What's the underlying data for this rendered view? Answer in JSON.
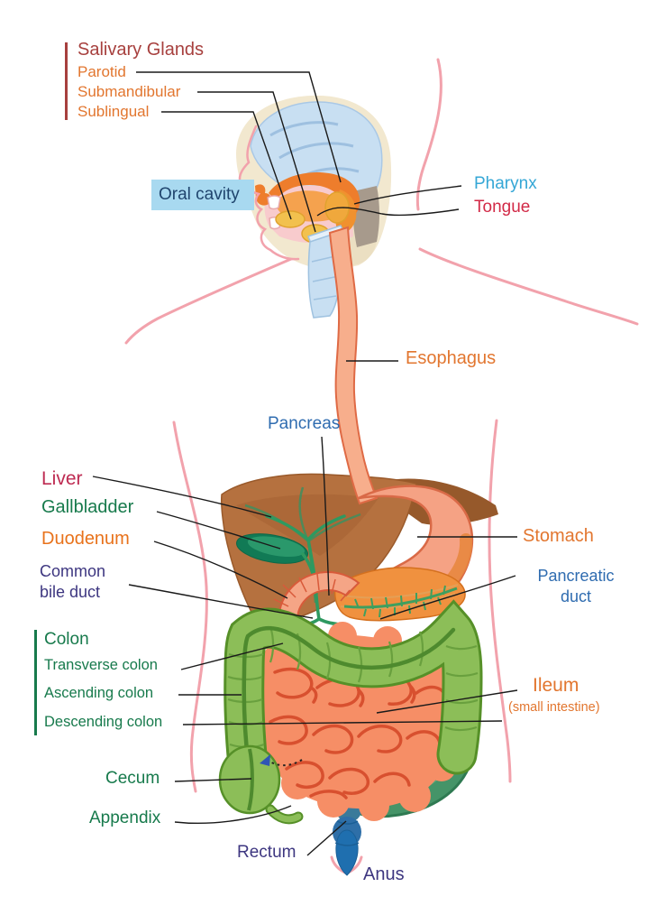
{
  "labels": {
    "salivary_glands": {
      "text": "Salivary Glands",
      "color": "#A7403E"
    },
    "parotid": {
      "text": "Parotid",
      "color": "#E2762F"
    },
    "submandibular": {
      "text": "Submandibular",
      "color": "#E2762F"
    },
    "sublingual": {
      "text": "Sublingual",
      "color": "#E2762F"
    },
    "oral_cavity": {
      "text": "Oral cavity",
      "color": "#20456E",
      "background": "#A8D9F0"
    },
    "pharynx": {
      "text": "Pharynx",
      "color": "#35A7D6"
    },
    "tongue": {
      "text": "Tongue",
      "color": "#D22A47"
    },
    "esophagus": {
      "text": "Esophagus",
      "color": "#E2762F"
    },
    "pancreas": {
      "text": "Pancreas",
      "color": "#2F6CB0"
    },
    "liver": {
      "text": "Liver",
      "color": "#BE2B52"
    },
    "gallbladder": {
      "text": "Gallbladder",
      "color": "#177A4C"
    },
    "duodenum": {
      "text": "Duodenum",
      "color": "#E8721B"
    },
    "common_bile_duct": {
      "line1": "Common",
      "line2": "bile duct",
      "color": "#3D3680"
    },
    "stomach": {
      "text": "Stomach",
      "color": "#E2762F"
    },
    "pancreatic_duct": {
      "line1": "Pancreatic",
      "line2": "duct",
      "color": "#2F6CB0"
    },
    "colon": {
      "text": "Colon",
      "color": "#177A4C"
    },
    "transverse_colon": {
      "text": "Transverse colon",
      "color": "#177A4C"
    },
    "ascending_colon": {
      "text": "Ascending colon",
      "color": "#177A4C"
    },
    "descending_colon": {
      "text": "Descending colon",
      "color": "#177A4C"
    },
    "ileum": {
      "text": "Ileum",
      "color": "#E2762F"
    },
    "ileum_note": {
      "text": "(small intestine)",
      "color": "#E2762F"
    },
    "cecum": {
      "text": "Cecum",
      "color": "#177A4C"
    },
    "appendix": {
      "text": "Appendix",
      "color": "#177A4C"
    },
    "rectum": {
      "text": "Rectum",
      "color": "#3D3680"
    },
    "anus": {
      "text": "Anus",
      "color": "#3D3680"
    }
  },
  "group_bars": {
    "salivary": {
      "color": "#A7403E"
    },
    "colon": {
      "color": "#177A4C"
    }
  },
  "organ_colors": {
    "body_outline": "#F2A2AC",
    "cranium": "#C8DFF2",
    "salivary_glands": "#F2C14E",
    "esophagus": "#F7AE8C",
    "liver": "#B5713F",
    "gallbladder": "#117A55",
    "bile_ducts": "#2E9960",
    "stomach": "#F5A284",
    "pancreas": "#F0913F",
    "duodenum": "#F5A586",
    "small_intestine": "#F68E66",
    "colon": "#8CBE58",
    "sigmoid_colon": "#459468",
    "rectum": "#2A6FA8",
    "leader_line": "#1A1A1A"
  }
}
